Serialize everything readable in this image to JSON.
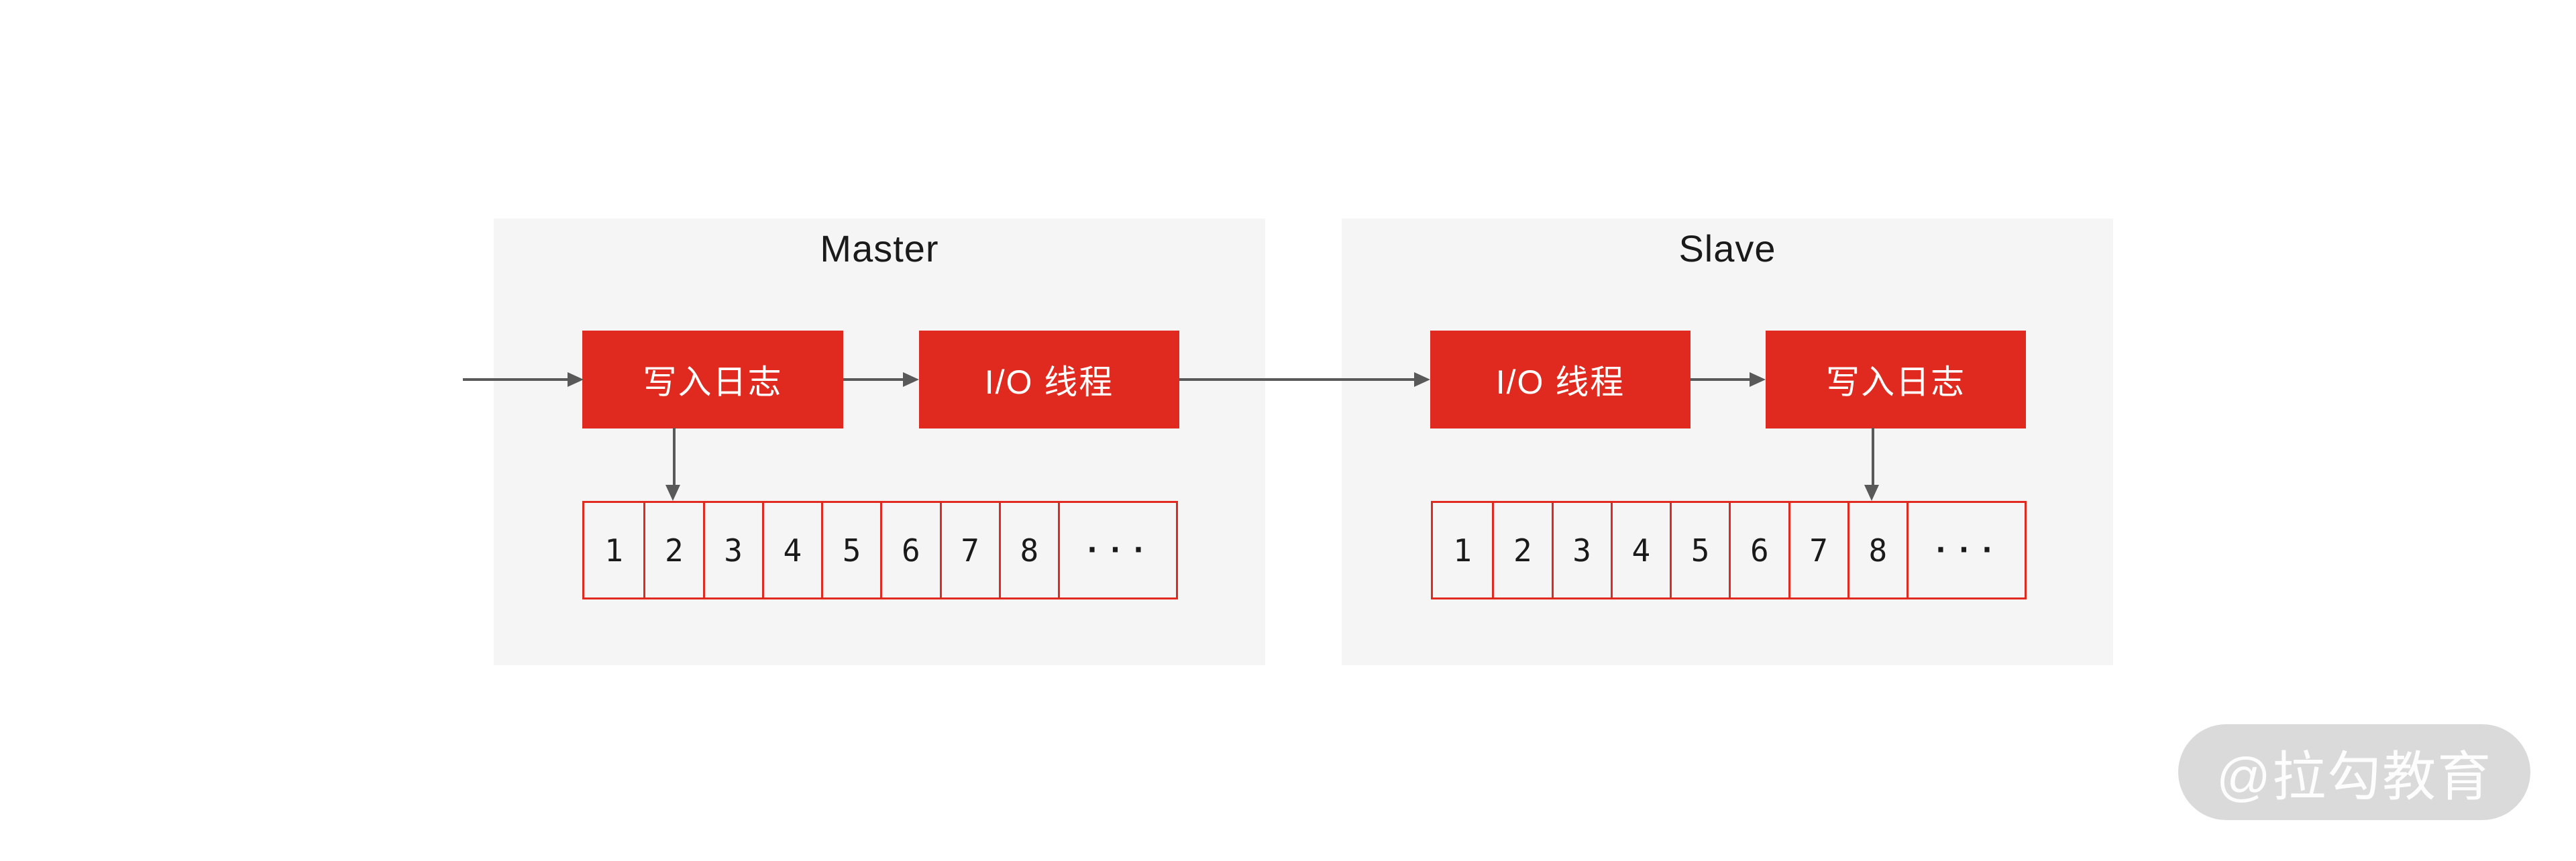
{
  "diagram": {
    "panels": [
      {
        "title": "Master",
        "boxes": [
          "写入日志",
          "I/O 线程"
        ],
        "cells": [
          "1",
          "2",
          "3",
          "4",
          "5",
          "6",
          "7",
          "8",
          "···"
        ],
        "arrow_target_cell": "2"
      },
      {
        "title": "Slave",
        "boxes": [
          "I/O 线程",
          "写入日志"
        ],
        "cells": [
          "1",
          "2",
          "3",
          "4",
          "5",
          "6",
          "7",
          "8",
          "···"
        ],
        "arrow_target_cell": "8"
      }
    ],
    "watermark": "@拉勾教育",
    "colors": {
      "box_red": "#e02a1f",
      "cell_border_red": "#e02a1f",
      "arrow_gray": "#595959",
      "panel_bg": "#f5f5f6",
      "text_dark": "#1a1a1a",
      "watermark_bg": "#d9d9d9",
      "watermark_text": "#ffffff"
    }
  }
}
